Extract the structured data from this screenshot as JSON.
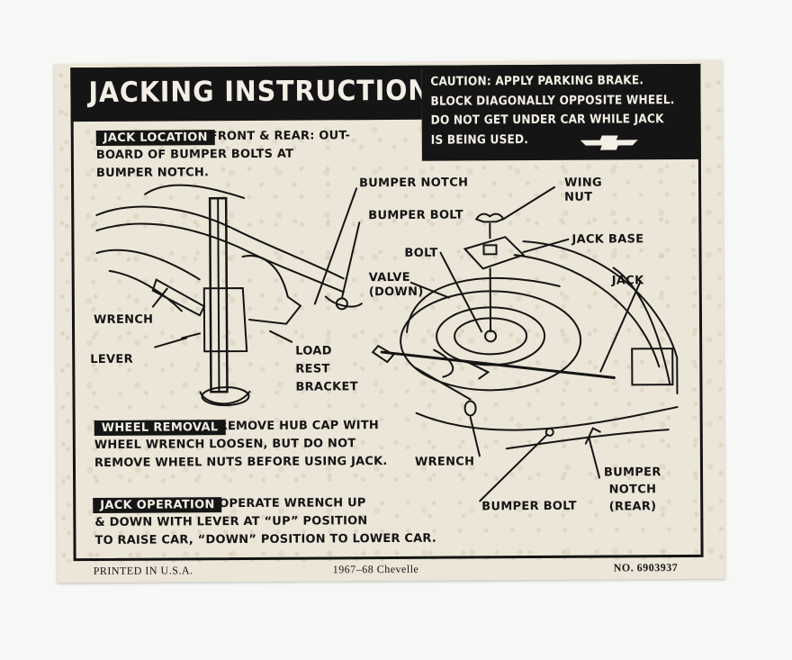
{
  "decal": {
    "title": "JACKING INSTRUCTIONS",
    "caution_lines": [
      "CAUTION: APPLY PARKING BRAKE.",
      "BLOCK DIAGONALLY OPPOSITE WHEEL.",
      "DO NOT GET UNDER CAR WHILE JACK",
      "IS BEING USED."
    ],
    "sections": {
      "jack_location": {
        "tag": "JACK LOCATION",
        "text_first": "FRONT & REAR: OUT-",
        "text_rest": [
          "BOARD OF BUMPER BOLTS AT",
          "BUMPER NOTCH."
        ]
      },
      "wheel_removal": {
        "tag": "WHEEL REMOVAL",
        "text_first": "REMOVE HUB CAP WITH",
        "text_rest": [
          "WHEEL WRENCH LOOSEN, BUT DO NOT",
          "REMOVE WHEEL NUTS BEFORE USING JACK."
        ]
      },
      "jack_operation": {
        "tag": "JACK OPERATION",
        "text_first": "OPERATE WRENCH UP",
        "text_rest": [
          "& DOWN WITH LEVER AT “UP” POSITION",
          "TO RAISE CAR, “DOWN” POSITION TO LOWER CAR."
        ]
      }
    },
    "labels": {
      "bumper_notch": "BUMPER NOTCH",
      "bumper_bolt_top": "BUMPER BOLT",
      "wing_nut_1": "WING",
      "wing_nut_2": "NUT",
      "bolt": "BOLT",
      "jack_base": "JACK BASE",
      "valve_1": "VALVE",
      "valve_2": "(DOWN)",
      "jack": "JACK",
      "wrench_left": "WRENCH",
      "lever": "LEVER",
      "load_1": "LOAD",
      "load_2": "REST",
      "load_3": "BRACKET",
      "wrench_right": "WRENCH",
      "bumper_bolt_bottom": "BUMPER BOLT",
      "bumper_notch_rear_1": "BUMPER",
      "bumper_notch_rear_2": "NOTCH",
      "bumper_notch_rear_3": "(REAR)"
    },
    "footer": {
      "printed": "PRINTED IN U.S.A.",
      "model": "1967–68  Chevelle",
      "part_no": "NO. 6903937"
    },
    "colors": {
      "ink": "#141414",
      "paper": "#ece6d8",
      "background": "#f7f7f5"
    },
    "icons": {
      "logo": "chevrolet-bowtie-icon"
    }
  }
}
